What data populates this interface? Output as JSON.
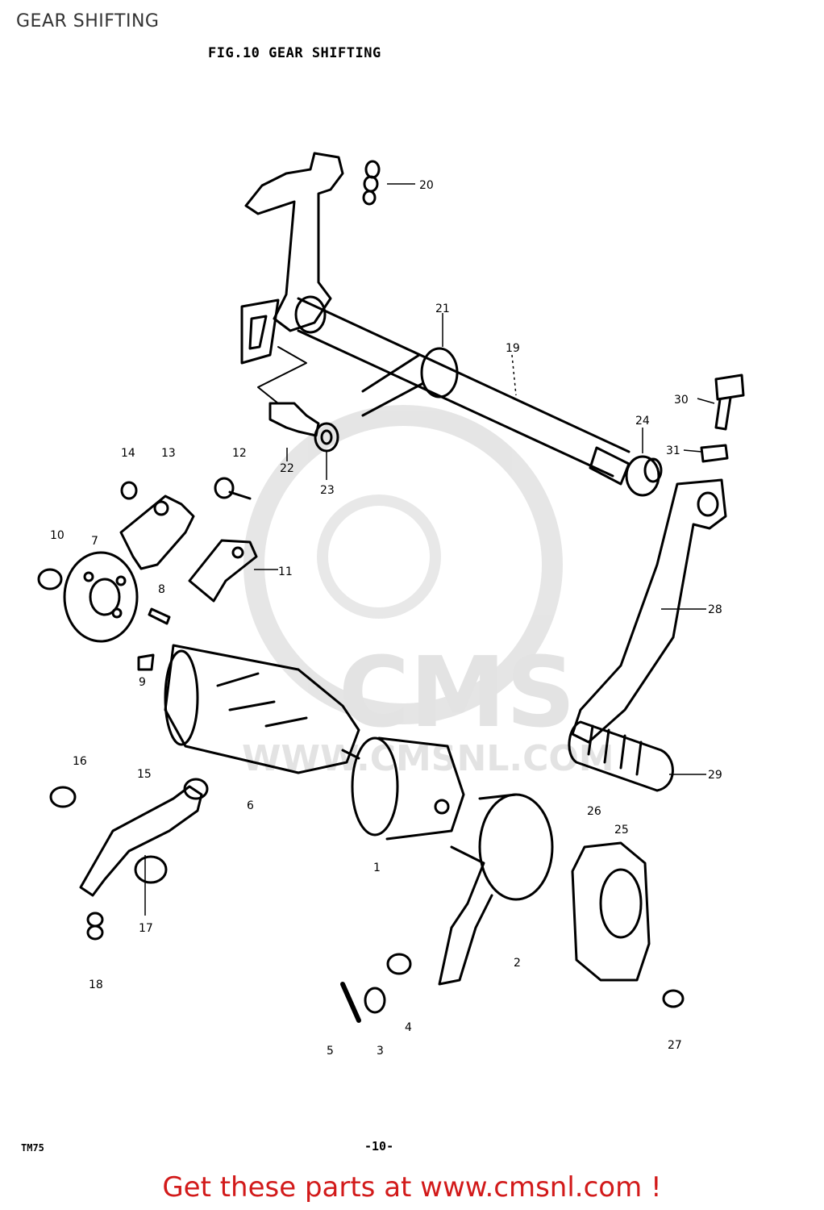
{
  "page_title": "GEAR SHIFTING",
  "figure_title": "FIG.10  GEAR SHIFTING",
  "watermark": {
    "brand": "CMS",
    "url": "WWW.CMSNL.COM"
  },
  "part_labels": [
    "1",
    "2",
    "3",
    "4",
    "5",
    "6",
    "7",
    "8",
    "9",
    "10",
    "11",
    "12",
    "13",
    "14",
    "15",
    "16",
    "17",
    "18",
    "19",
    "20",
    "21",
    "22",
    "23",
    "24",
    "25",
    "26",
    "27",
    "28",
    "29",
    "30",
    "31"
  ],
  "footer": {
    "code": "TM75",
    "page": "-10-"
  },
  "cta": "Get these parts at www.cmsnl.com !",
  "colors": {
    "cta": "#d21a1a",
    "line": "#000000",
    "watermark": "#e3e3e3"
  }
}
